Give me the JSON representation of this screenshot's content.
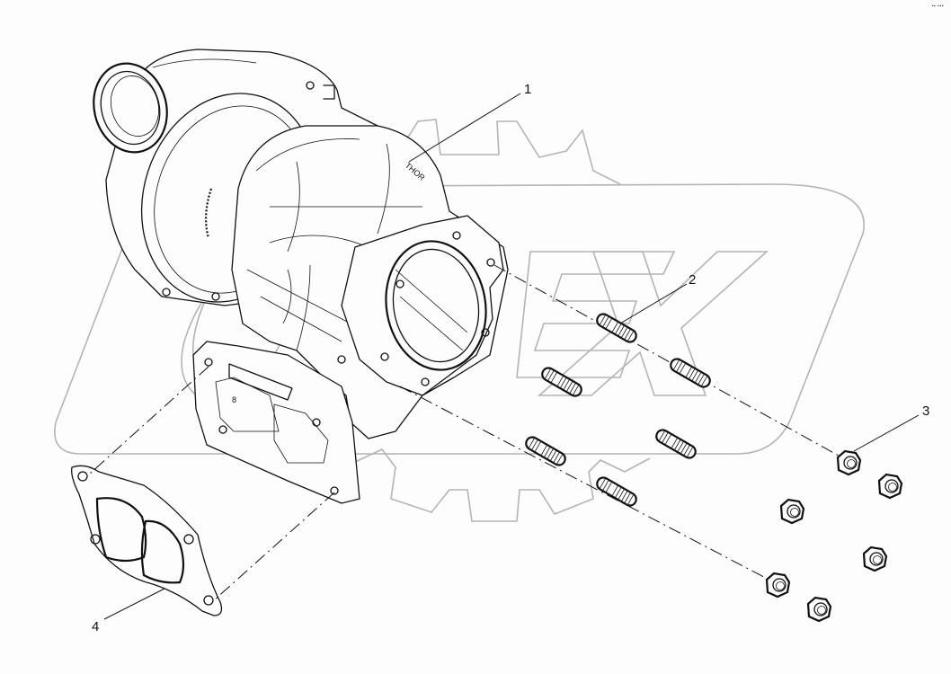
{
  "diagram": {
    "type": "exploded-parts-view",
    "subject": "Turbocharger assembly",
    "corner_mark": "▪▪ ▪▪▪",
    "callouts": [
      {
        "id": "1",
        "label": "1",
        "part": "turbocharger"
      },
      {
        "id": "2",
        "label": "2",
        "part": "stud"
      },
      {
        "id": "3",
        "label": "3",
        "part": "nut"
      },
      {
        "id": "4",
        "label": "4",
        "part": "gasket"
      }
    ],
    "part_counts": {
      "studs": 6,
      "nuts": 6,
      "gaskets": 1,
      "turbochargers": 1
    },
    "colors": {
      "line": "#111111",
      "watermark": "#b4b4b4",
      "background": "#fcfdfc"
    }
  }
}
